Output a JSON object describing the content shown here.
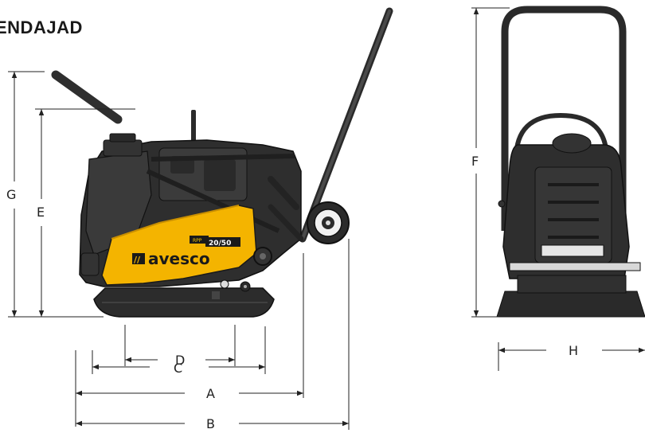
{
  "title": "ENDAJAD",
  "brand": {
    "logo_mark": "//",
    "name": "avesco",
    "series": "RPP",
    "model": "20/50",
    "accent_color": "#F4B400"
  },
  "dimension_labels": {
    "A": "A",
    "B": "B",
    "C": "C",
    "D": "D",
    "E": "E",
    "F": "F",
    "G": "G",
    "H": "H"
  }
}
